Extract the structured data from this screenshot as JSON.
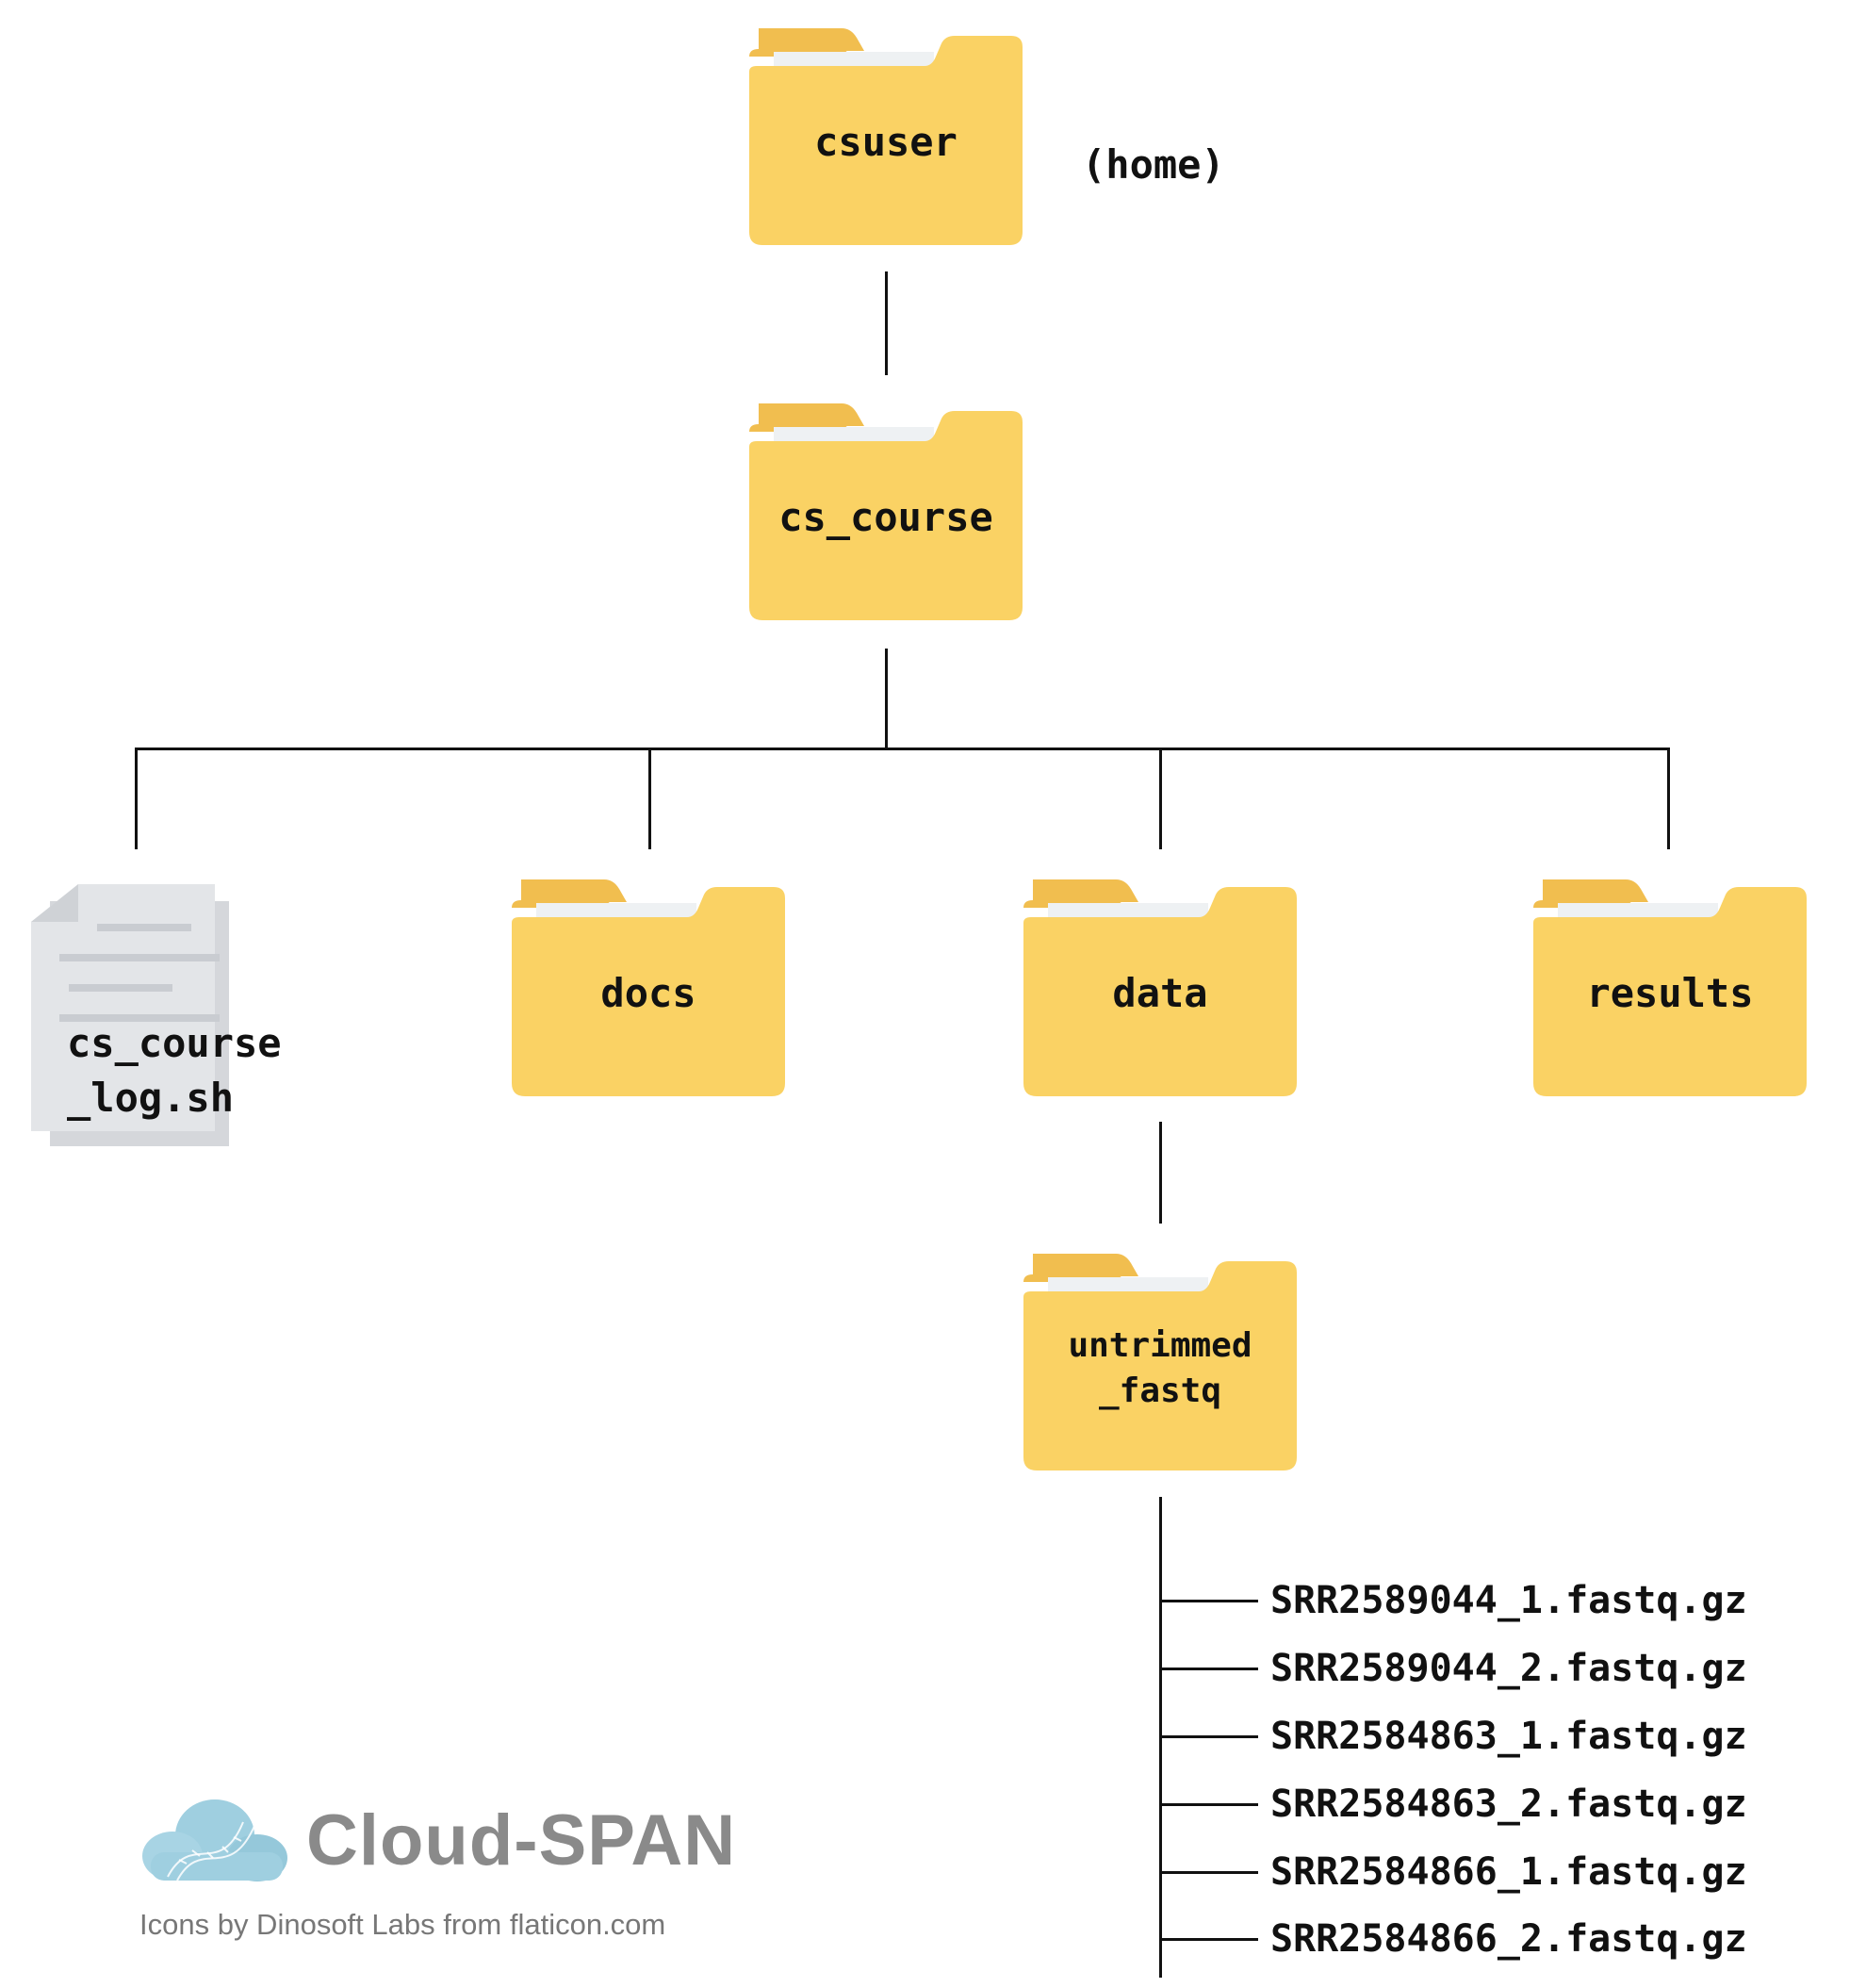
{
  "tree": {
    "root": {
      "label": "csuser",
      "note": "(home)"
    },
    "course": {
      "label": "cs_course"
    },
    "log_file": {
      "line1": "cs_course",
      "line2": "_log.sh"
    },
    "docs": {
      "label": "docs"
    },
    "data": {
      "label": "data"
    },
    "results": {
      "label": "results"
    },
    "untrimmed": {
      "line1": "untrimmed",
      "line2": "_fastq"
    },
    "files": [
      "SRR2589044_1.fastq.gz",
      "SRR2589044_2.fastq.gz",
      "SRR2584863_1.fastq.gz",
      "SRR2584863_2.fastq.gz",
      "SRR2584866_1.fastq.gz",
      "SRR2584866_2.fastq.gz"
    ]
  },
  "branding": {
    "logo_text": "Cloud-SPAN",
    "credit": "Icons by Dinosoft Labs from flaticon.com"
  },
  "colors": {
    "folder_body": "#FAD264",
    "folder_tab": "#F1BE4F",
    "folder_paper": "#EEF1F3",
    "line": "#111111",
    "document": "#E3E5E8",
    "logo_cloud": "#9FCFE0"
  }
}
